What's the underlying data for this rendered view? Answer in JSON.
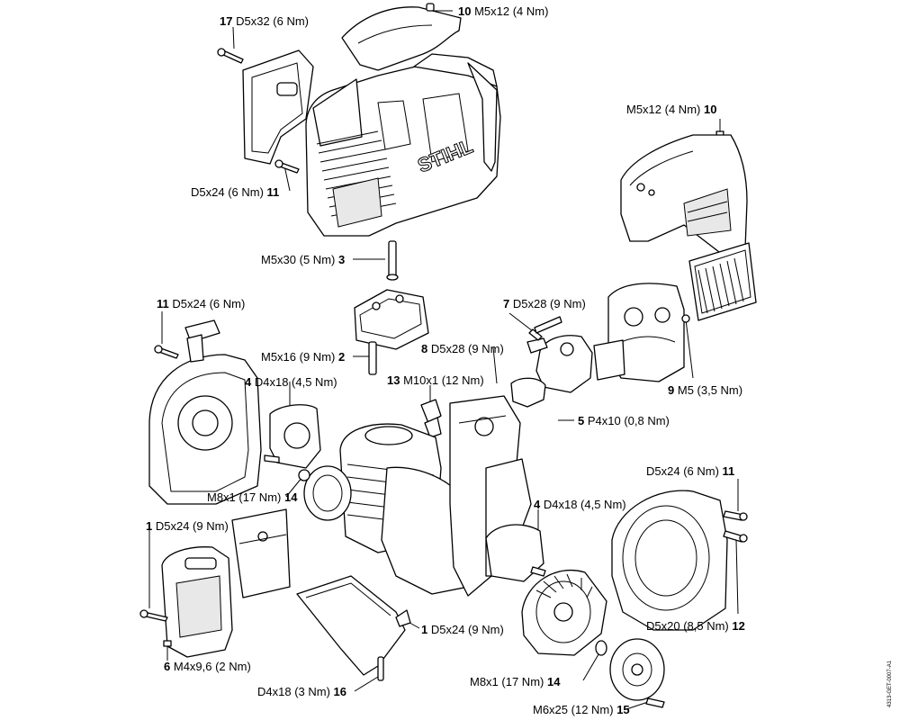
{
  "labels": [
    {
      "id": "a",
      "num": "17",
      "spec": "D5x32 (6 Nm)",
      "order": "num-first"
    },
    {
      "id": "b",
      "num": "10",
      "spec": "M5x12 (4 Nm)",
      "order": "num-first"
    },
    {
      "id": "c",
      "num": "10",
      "spec": "M5x12 (4 Nm)",
      "order": "spec-first"
    },
    {
      "id": "d",
      "num": "11",
      "spec": "D5x24 (6 Nm)",
      "order": "spec-first"
    },
    {
      "id": "e",
      "num": "3",
      "spec": "M5x30 (5 Nm)",
      "order": "spec-first"
    },
    {
      "id": "f",
      "num": "11",
      "spec": "D5x24 (6 Nm)",
      "order": "num-first"
    },
    {
      "id": "g",
      "num": "7",
      "spec": "D5x28 (9 Nm)",
      "order": "num-first"
    },
    {
      "id": "h",
      "num": "2",
      "spec": "M5x16 (9 Nm)",
      "order": "spec-first"
    },
    {
      "id": "i",
      "num": "8",
      "spec": "D5x28 (9 Nm)",
      "order": "num-first"
    },
    {
      "id": "j",
      "num": "4",
      "spec": "D4x18 (4,5 Nm)",
      "order": "num-first"
    },
    {
      "id": "k",
      "num": "13",
      "spec": "M10x1 (12 Nm)",
      "order": "num-first"
    },
    {
      "id": "l",
      "num": "9",
      "spec": "M5 (3,5 Nm)",
      "order": "num-first"
    },
    {
      "id": "m",
      "num": "5",
      "spec": "P4x10 (0,8 Nm)",
      "order": "num-first"
    },
    {
      "id": "n",
      "num": "11",
      "spec": "D5x24 (6 Nm)",
      "order": "spec-first"
    },
    {
      "id": "o",
      "num": "14",
      "spec": "M8x1 (17 Nm)",
      "order": "spec-first"
    },
    {
      "id": "p",
      "num": "4",
      "spec": "D4x18 (4,5 Nm)",
      "order": "num-first"
    },
    {
      "id": "q",
      "num": "1",
      "spec": "D5x24 (9 Nm)",
      "order": "num-first"
    },
    {
      "id": "r",
      "num": "12",
      "spec": "D5x20 (8,5 Nm)",
      "order": "spec-first"
    },
    {
      "id": "s",
      "num": "1",
      "spec": "D5x24 (9 Nm)",
      "order": "num-first"
    },
    {
      "id": "t",
      "num": "6",
      "spec": "M4x9,6 (2 Nm)",
      "order": "num-first"
    },
    {
      "id": "u",
      "num": "14",
      "spec": "M8x1 (17 Nm)",
      "order": "spec-first"
    },
    {
      "id": "v",
      "num": "16",
      "spec": "D4x18 (3 Nm)",
      "order": "spec-first"
    },
    {
      "id": "w",
      "num": "15",
      "spec": "M6x25 (12 Nm)",
      "order": "spec-first"
    }
  ],
  "brand": "STIHL",
  "drawing_code": "4313-GET-0007-A1"
}
